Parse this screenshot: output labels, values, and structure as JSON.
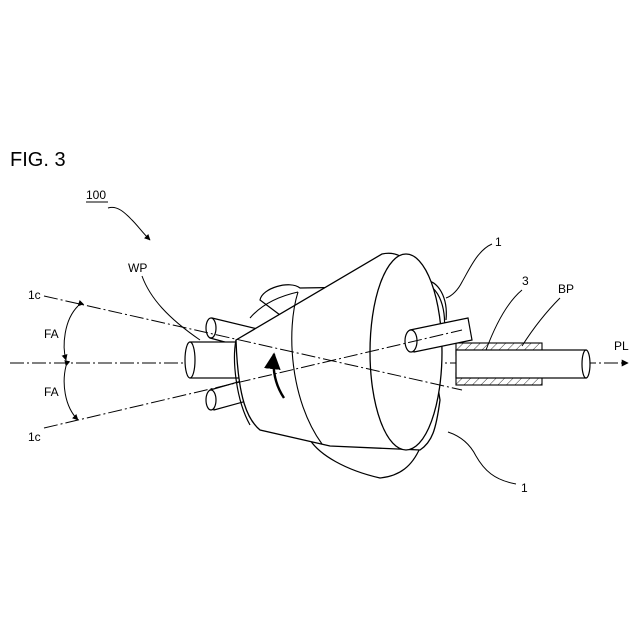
{
  "figure": {
    "title": "FIG. 3",
    "labels": {
      "ref_100": "100",
      "wp": "WP",
      "roll_upper": "1",
      "roll_lower": "1",
      "mandrel": "3",
      "bp": "BP",
      "pl": "PL",
      "axis_upper": "1c",
      "axis_lower": "1c",
      "angle_upper": "FA",
      "angle_lower": "FA"
    }
  }
}
